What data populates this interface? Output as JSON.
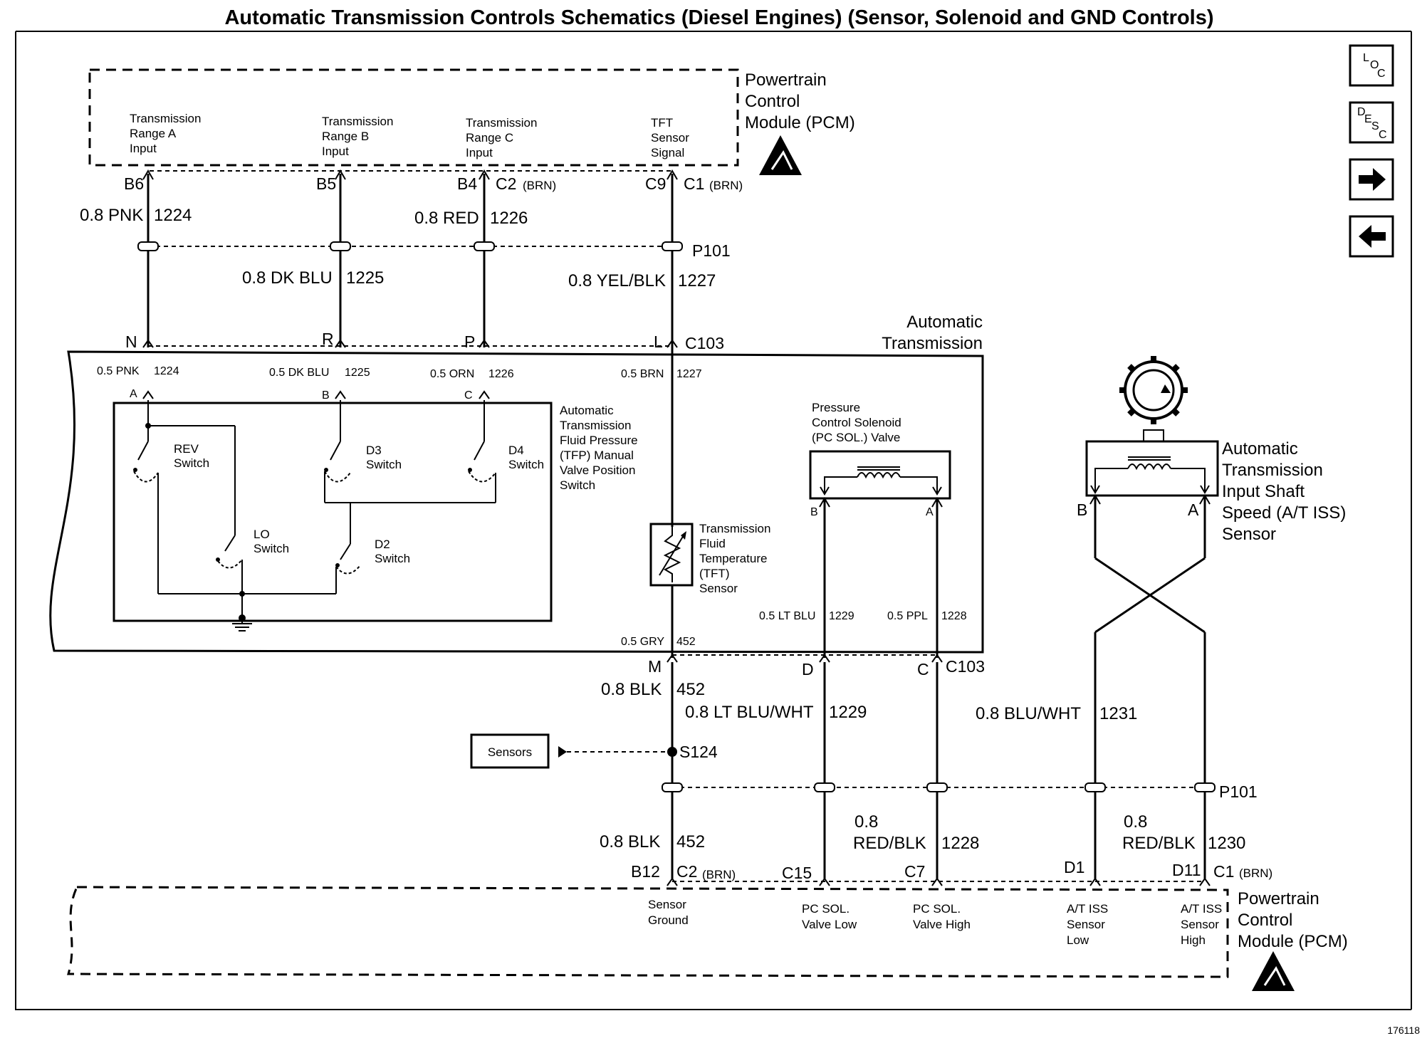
{
  "title": "Automatic Transmission Controls Schematics (Diesel Engines) (Sensor, Solenoid and GND Controls)",
  "figure_number": "176118",
  "nav": {
    "loc": "LOC",
    "desc": "DESC"
  },
  "pcm_top": {
    "label": [
      "Powertrain",
      "Control",
      "Module (PCM)"
    ],
    "inputs": [
      {
        "lines": [
          "Transmission",
          "Range A",
          "Input"
        ]
      },
      {
        "lines": [
          "Transmission",
          "Range B",
          "Input"
        ]
      },
      {
        "lines": [
          "Transmission",
          "Range C",
          "Input"
        ]
      },
      {
        "lines": [
          "TFT",
          "Sensor",
          "Signal"
        ]
      }
    ],
    "pins": [
      "B6",
      "B5",
      "B4",
      "C9"
    ],
    "connectors": [
      {
        "name": "C2",
        "color": "(BRN)"
      },
      {
        "name": "C1",
        "color": "(BRN)"
      }
    ]
  },
  "upper_wires": [
    {
      "gauge": "0.8 PNK",
      "circuit": "1224"
    },
    {
      "gauge": "0.8 DK BLU",
      "circuit": "1225"
    },
    {
      "gauge": "0.8 RED",
      "circuit": "1226"
    },
    {
      "gauge": "0.8 YEL/BLK",
      "circuit": "1227"
    }
  ],
  "p101": "P101",
  "c103": "C103",
  "c103_pins_top": [
    "N",
    "R",
    "P",
    "L"
  ],
  "transmission": {
    "label": [
      "Automatic",
      "Transmission"
    ],
    "inner_wires": [
      {
        "gauge": "0.5 PNK",
        "circuit": "1224"
      },
      {
        "gauge": "0.5 DK BLU",
        "circuit": "1225"
      },
      {
        "gauge": "0.5 ORN",
        "circuit": "1226"
      },
      {
        "gauge": "0.5 BRN",
        "circuit": "1227"
      }
    ],
    "switch_pins": [
      "A",
      "B",
      "C"
    ],
    "tfp_label": [
      "Automatic",
      "Transmission",
      "Fluid Pressure",
      "(TFP) Manual",
      "Valve Position",
      "Switch"
    ],
    "switches": {
      "rev": [
        "REV",
        "Switch"
      ],
      "d3": [
        "D3",
        "Switch"
      ],
      "d4": [
        "D4",
        "Switch"
      ],
      "lo": [
        "LO",
        "Switch"
      ],
      "d2": [
        "D2",
        "Switch"
      ]
    },
    "tft_label": [
      "Transmission",
      "Fluid",
      "Temperature",
      "(TFT)",
      "Sensor"
    ],
    "pc_sol_label": [
      "Pressure",
      "Control Solenoid",
      "(PC SOL.) Valve"
    ],
    "pc_pins": [
      "B",
      "A"
    ],
    "lower_inner_wires": [
      {
        "gauge": "0.5 GRY",
        "circuit": "452"
      },
      {
        "gauge": "0.5 LT BLU",
        "circuit": "1229"
      },
      {
        "gauge": "0.5 PPL",
        "circuit": "1228"
      }
    ]
  },
  "iss": {
    "label": [
      "Automatic",
      "Transmission",
      "Input Shaft",
      "Speed (A/T ISS)",
      "Sensor"
    ],
    "pins": [
      "B",
      "A"
    ]
  },
  "c103_pins_bottom": [
    "M",
    "D",
    "C"
  ],
  "lower_wires": [
    {
      "gauge": "0.8 BLK",
      "circuit": "452"
    },
    {
      "gauge": "0.8 LT BLU/WHT",
      "circuit": "1229"
    },
    {
      "gauge": "0.8 BLU/WHT",
      "circuit": "1231"
    }
  ],
  "sensors_box": "Sensors",
  "splice": "S124",
  "bottom_wires": [
    {
      "gauge": "0.8 BLK",
      "circuit": "452"
    },
    {
      "gauge_1": "0.8",
      "gauge_2": "RED/BLK",
      "circuit": "1228"
    },
    {
      "gauge_1": "0.8",
      "gauge_2": "RED/BLK",
      "circuit": "1230"
    }
  ],
  "pcm_bottom": {
    "label": [
      "Powertrain",
      "Control",
      "Module (PCM)"
    ],
    "pins": [
      "B12",
      "C15",
      "C7",
      "D1",
      "D11"
    ],
    "connectors": [
      {
        "name": "C2",
        "color": "(BRN)"
      },
      {
        "name": "C1",
        "color": "(BRN)"
      }
    ],
    "outputs": [
      {
        "lines": [
          "Sensor",
          "Ground"
        ]
      },
      {
        "lines": [
          "PC SOL.",
          "Valve Low"
        ]
      },
      {
        "lines": [
          "PC SOL.",
          "Valve High"
        ]
      },
      {
        "lines": [
          "A/T ISS",
          "Sensor",
          "Low"
        ]
      },
      {
        "lines": [
          "A/T ISS",
          "Sensor",
          "High"
        ]
      }
    ]
  }
}
